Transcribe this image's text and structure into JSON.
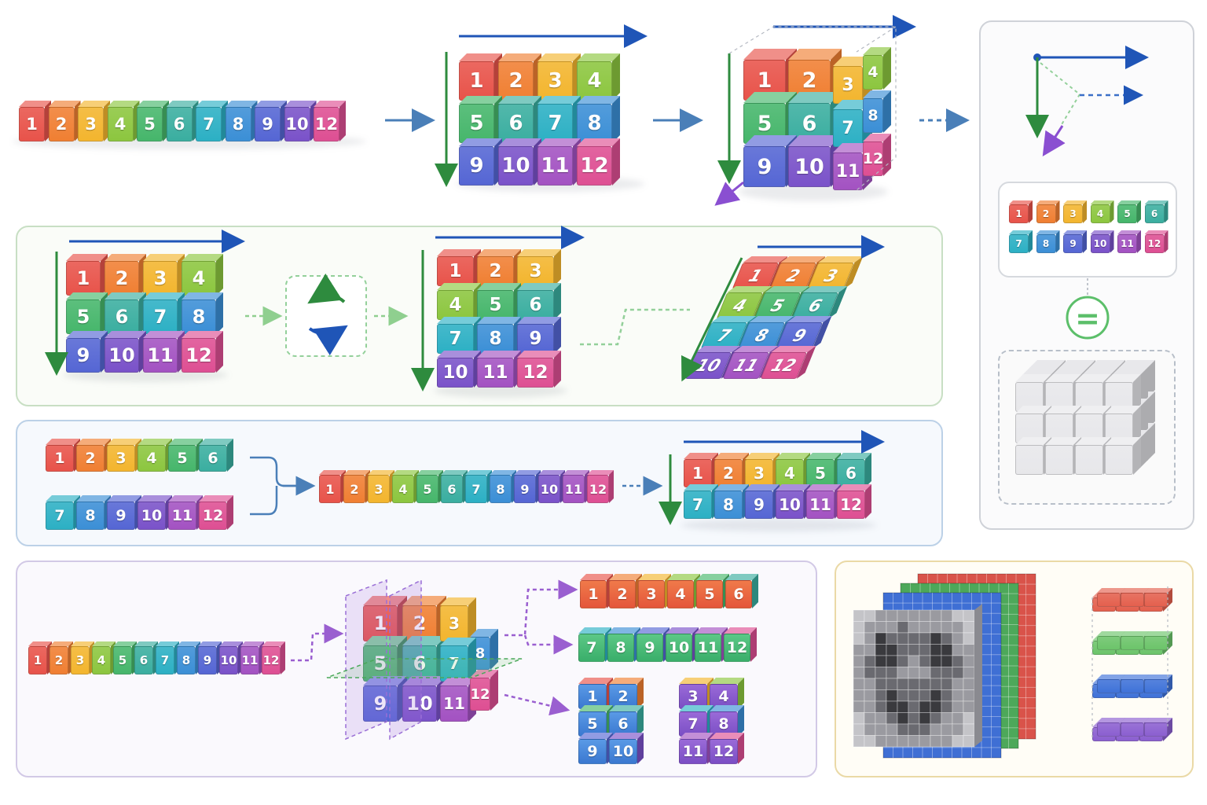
{
  "colors": {
    "1": "#e8534a",
    "2": "#f07f32",
    "3": "#f3b52e",
    "4": "#8cc63f",
    "5": "#46b66b",
    "6": "#3aaea0",
    "7": "#2cb0c4",
    "8": "#3b8fd6",
    "9": "#5566d4",
    "10": "#7a52c9",
    "11": "#a352c2",
    "12": "#de4f93",
    "row_axis": "#1f55b7",
    "col_axis": "#2e8b3e",
    "depth_axis": "#8a4fd1",
    "equals": "#5cbf6a"
  },
  "flat_sequence": [
    "1",
    "2",
    "3",
    "4",
    "5",
    "6",
    "7",
    "8",
    "9",
    "10",
    "12"
  ],
  "sequence_full": [
    "1",
    "2",
    "3",
    "4",
    "5",
    "6",
    "7",
    "8",
    "9",
    "10",
    "11",
    "12"
  ],
  "grid_3x4": [
    [
      "1",
      "2",
      "3",
      "4"
    ],
    [
      "5",
      "6",
      "7",
      "8"
    ],
    [
      "9",
      "10",
      "11",
      "12"
    ]
  ],
  "grid_4x3": [
    [
      "1",
      "2",
      "3"
    ],
    [
      "4",
      "5",
      "6"
    ],
    [
      "7",
      "8",
      "9"
    ],
    [
      "10",
      "11",
      "12"
    ]
  ],
  "cube_front": [
    [
      "1",
      "2"
    ],
    [
      "5",
      "6"
    ],
    [
      "9",
      "10"
    ]
  ],
  "cube_side": [
    [
      "3",
      "4"
    ],
    [
      "7",
      "8"
    ],
    [
      "11",
      "12"
    ]
  ],
  "transposed": [
    [
      "1",
      "2",
      "3"
    ],
    [
      "4",
      "5",
      "6"
    ],
    [
      "7",
      "8",
      "9"
    ],
    [
      "10",
      "11",
      "12"
    ]
  ],
  "concat_a": [
    "1",
    "2",
    "3",
    "4",
    "5",
    "6"
  ],
  "concat_b": [
    "7",
    "8",
    "9",
    "10",
    "11",
    "12"
  ],
  "concat_result": [
    "1",
    "2",
    "3",
    "4",
    "5",
    "6",
    "7",
    "8",
    "9",
    "10",
    "11",
    "12"
  ],
  "concat_grid": [
    [
      "1",
      "2",
      "3",
      "4",
      "5",
      "6"
    ],
    [
      "7",
      "8",
      "9",
      "10",
      "11",
      "12"
    ]
  ],
  "split_input": [
    "1",
    "2",
    "3",
    "4",
    "5",
    "6",
    "7",
    "8",
    "9",
    "10",
    "11",
    "12"
  ],
  "split_cube_front": [
    [
      "1",
      "2"
    ],
    [
      "5",
      "6"
    ],
    [
      "9",
      "10"
    ]
  ],
  "split_cube_side": [
    "3",
    "8",
    "12"
  ],
  "split_side_mid": [
    "7",
    "11"
  ],
  "split_row_a": [
    "1",
    "2",
    "3",
    "4",
    "5",
    "6"
  ],
  "split_row_b": [
    "7",
    "8",
    "9",
    "10",
    "11",
    "12"
  ],
  "split_block_a": [
    [
      "1",
      "2"
    ],
    [
      "5",
      "6"
    ],
    [
      "9",
      "10"
    ]
  ],
  "split_block_b": [
    [
      "3",
      "4"
    ],
    [
      "7",
      "8"
    ],
    [
      "11",
      "12"
    ]
  ],
  "flat_inset_rows": [
    [
      "1",
      "2",
      "3",
      "4",
      "5",
      "6"
    ],
    [
      "7",
      "8",
      "9",
      "10",
      "11",
      "12"
    ]
  ],
  "equals_symbol": "=",
  "image_channels": [
    "red",
    "green",
    "blue"
  ],
  "stack_layers": [
    "red",
    "green",
    "blue",
    "purple"
  ]
}
